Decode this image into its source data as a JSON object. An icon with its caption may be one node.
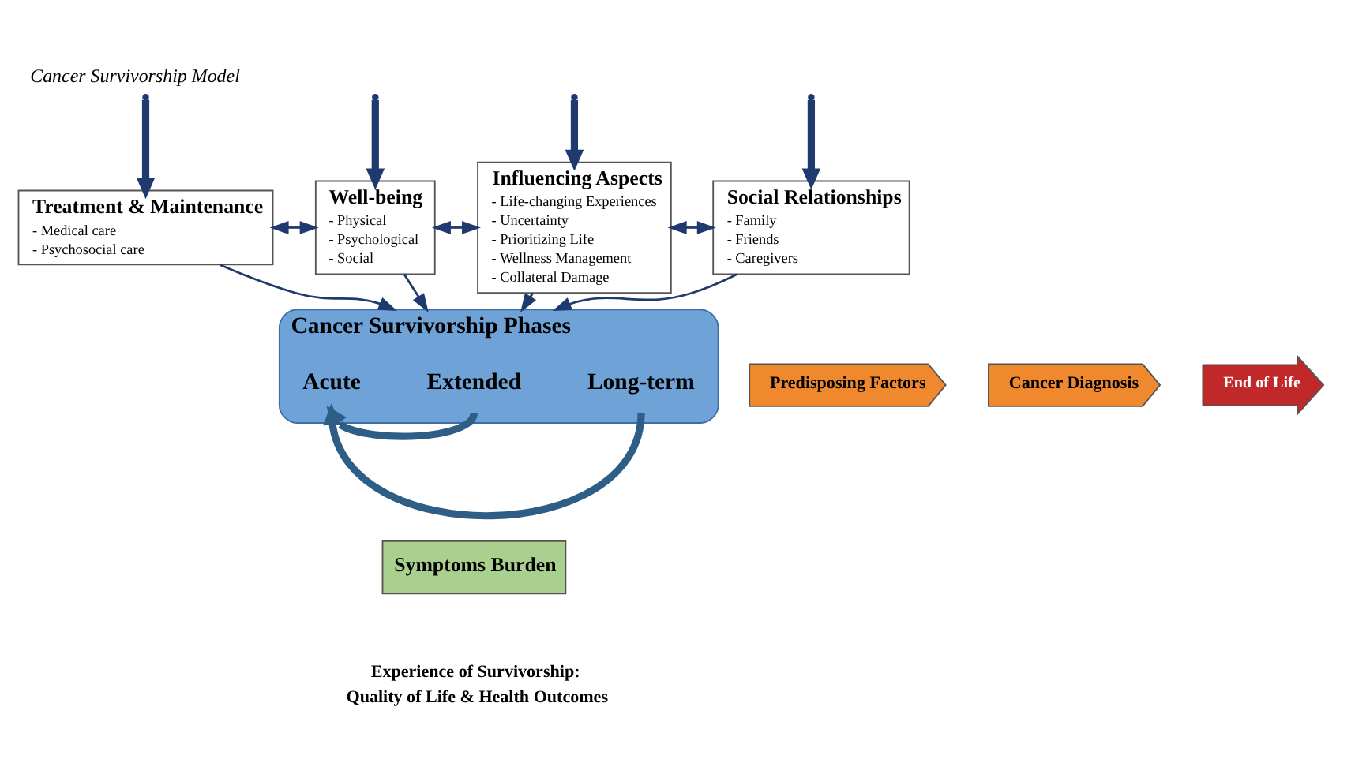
{
  "diagram": {
    "title": "Cancer Survivorship Model",
    "nodes": [
      {
        "text": [
          "Treatment & Maintenance",
          "- Medical care",
          "- Psychosocial care"
        ]
      },
      {
        "text": [
          "Well-being",
          "- Physical",
          "- Psychological",
          "- Social"
        ]
      },
      {
        "text": [
          "Influencing Aspects",
          "- Life-changing Experiences",
          "- Uncertainty",
          "- Prioritizing Life",
          "- Wellness Management",
          "- Collateral Damage"
        ]
      },
      {
        "text": [
          "Social Relationships",
          "- Family",
          "- Friends",
          "- Caregivers"
        ]
      },
      {
        "text": [
          "Symptoms Burden"
        ]
      },
      {
        "text": [
          "Cancer Survivorship Phases"
        ]
      },
      {
        "text": [
          "Acute"
        ],
        "in": 5
      },
      {
        "text": [
          "Extended"
        ],
        "in": 5
      },
      {
        "text": [
          "Long-term"
        ],
        "in": 5
      },
      {
        "text": [
          "Predisposing Factors"
        ]
      },
      {
        "text": [
          "Cancer Diagnosis"
        ]
      },
      {
        "text": [
          "End of Life"
        ]
      }
    ],
    "edges": [
      {
        "from": null,
        "to": 0,
        "arrow": "to",
        "style": "thick"
      },
      {
        "from": null,
        "to": 1,
        "arrow": "to",
        "style": "thick"
      },
      {
        "from": null,
        "to": 2,
        "arrow": "to",
        "style": "thick"
      },
      {
        "from": null,
        "to": 3,
        "arrow": "to",
        "style": "thick"
      },
      {
        "from": 0,
        "to": 1,
        "arrow": "both"
      },
      {
        "from": 1,
        "to": 2,
        "arrow": "both"
      },
      {
        "from": 2,
        "to": 3,
        "arrow": "both"
      },
      {
        "from": 0,
        "to": 5,
        "arrow": "to"
      },
      {
        "from": 1,
        "to": 5,
        "arrow": "to"
      },
      {
        "from": 2,
        "to": 5,
        "arrow": "to"
      },
      {
        "from": 3,
        "to": 5,
        "arrow": "to"
      },
      {
        "from": 7,
        "to": 6,
        "arrow": "to",
        "style": "thick",
        "color": "#2e5d85"
      },
      {
        "from": 8,
        "to": 6,
        "arrow": "to",
        "style": "thick",
        "color": "#2e5d85"
      }
    ],
    "labels": [
      "Experience of Survivorship:",
      "Quality of Life & Health Outcomes"
    ]
  }
}
